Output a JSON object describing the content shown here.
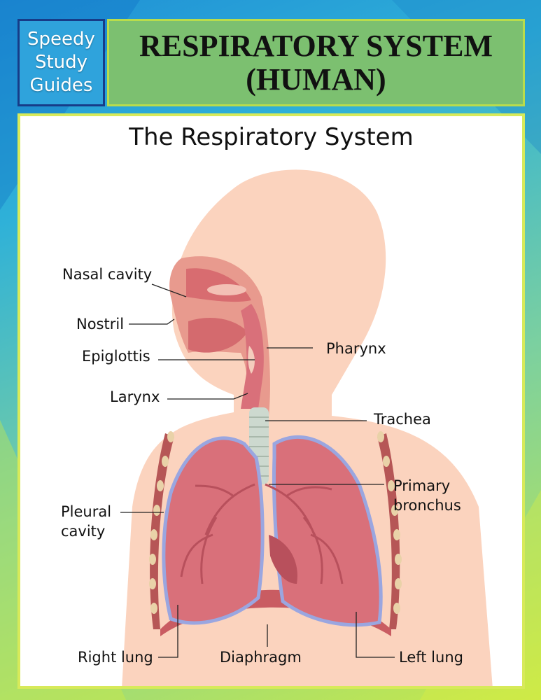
{
  "brand": {
    "line1": "Speedy",
    "line2": "Study",
    "line3": "Guides"
  },
  "header": {
    "title_line1": "RESPIRATORY SYSTEM",
    "title_line2": "(HUMAN)"
  },
  "diagram": {
    "title": "The Respiratory System",
    "labels": {
      "nasal_cavity": "Nasal cavity",
      "nostril": "Nostril",
      "epiglottis": "Epiglottis",
      "larynx": "Larynx",
      "pharynx": "Pharynx",
      "trachea": "Trachea",
      "primary_bronchus_1": "Primary",
      "primary_bronchus_2": "bronchus",
      "pleural_cavity_1": "Pleural",
      "pleural_cavity_2": "cavity",
      "right_lung": "Right lung",
      "diaphragm": "Diaphragm",
      "left_lung": "Left lung"
    }
  },
  "colors": {
    "skin": "#fbd3be",
    "lung": "#d9707a",
    "lung_dark": "#b8505c",
    "pleura": "#9aa6e0",
    "trachea": "#cdd9cf",
    "rib": "#e9d2a8",
    "chest_wall": "#b65656"
  }
}
